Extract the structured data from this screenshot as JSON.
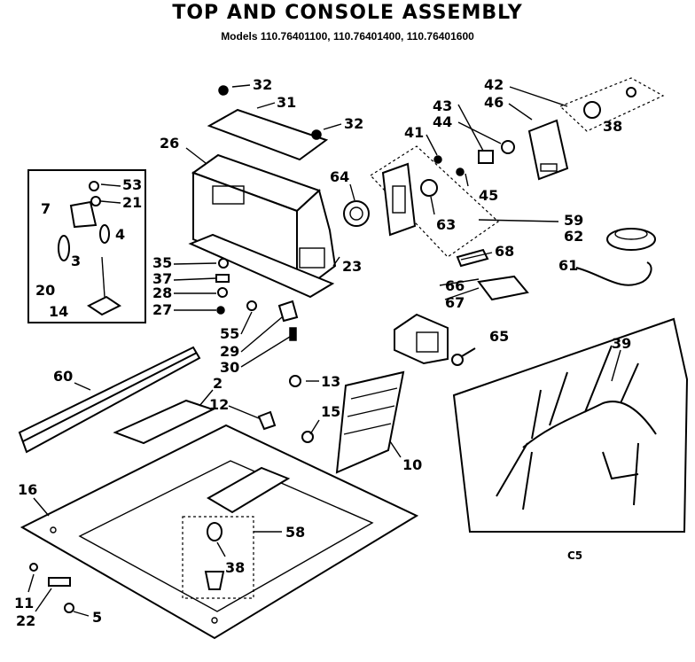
{
  "header": {
    "title": "TOP AND CONSOLE ASSEMBLY",
    "models": "Models 110.76401100, 110.76401400, 110.76401600"
  },
  "footer": {
    "code": "C5"
  },
  "part_numbers": [
    "2",
    "3",
    "4",
    "5",
    "7",
    "10",
    "11",
    "12",
    "13",
    "14",
    "15",
    "16",
    "20",
    "21",
    "22",
    "23",
    "26",
    "27",
    "28",
    "29",
    "30",
    "31",
    "32",
    "35",
    "37",
    "38",
    "39",
    "41",
    "42",
    "43",
    "44",
    "45",
    "46",
    "53",
    "55",
    "58",
    "59",
    "60",
    "61",
    "62",
    "63",
    "64",
    "65",
    "66",
    "67",
    "68"
  ],
  "labels": {
    "p32a": "32",
    "p31": "31",
    "p32b": "32",
    "p26": "26",
    "p42": "42",
    "p46": "46",
    "p43": "43",
    "p44": "44",
    "p41": "41",
    "p38a": "38",
    "p64": "64",
    "p45": "45",
    "p63": "63",
    "p59": "59",
    "p62": "62",
    "p53": "53",
    "p21": "21",
    "p7": "7",
    "p4": "4",
    "p3": "3",
    "p20": "20",
    "p14": "14",
    "p35": "35",
    "p37": "37",
    "p28": "28",
    "p27": "27",
    "p23": "23",
    "p68": "68",
    "p61": "61",
    "p66": "66",
    "p67": "67",
    "p65": "65",
    "p55": "55",
    "p29": "29",
    "p30": "30",
    "p39": "39",
    "p60": "60",
    "p13": "13",
    "p2": "2",
    "p12": "12",
    "p15": "15",
    "p10": "10",
    "p16": "16",
    "p58": "58",
    "p38b": "38",
    "p11": "11",
    "p22": "22",
    "p5": "5"
  }
}
